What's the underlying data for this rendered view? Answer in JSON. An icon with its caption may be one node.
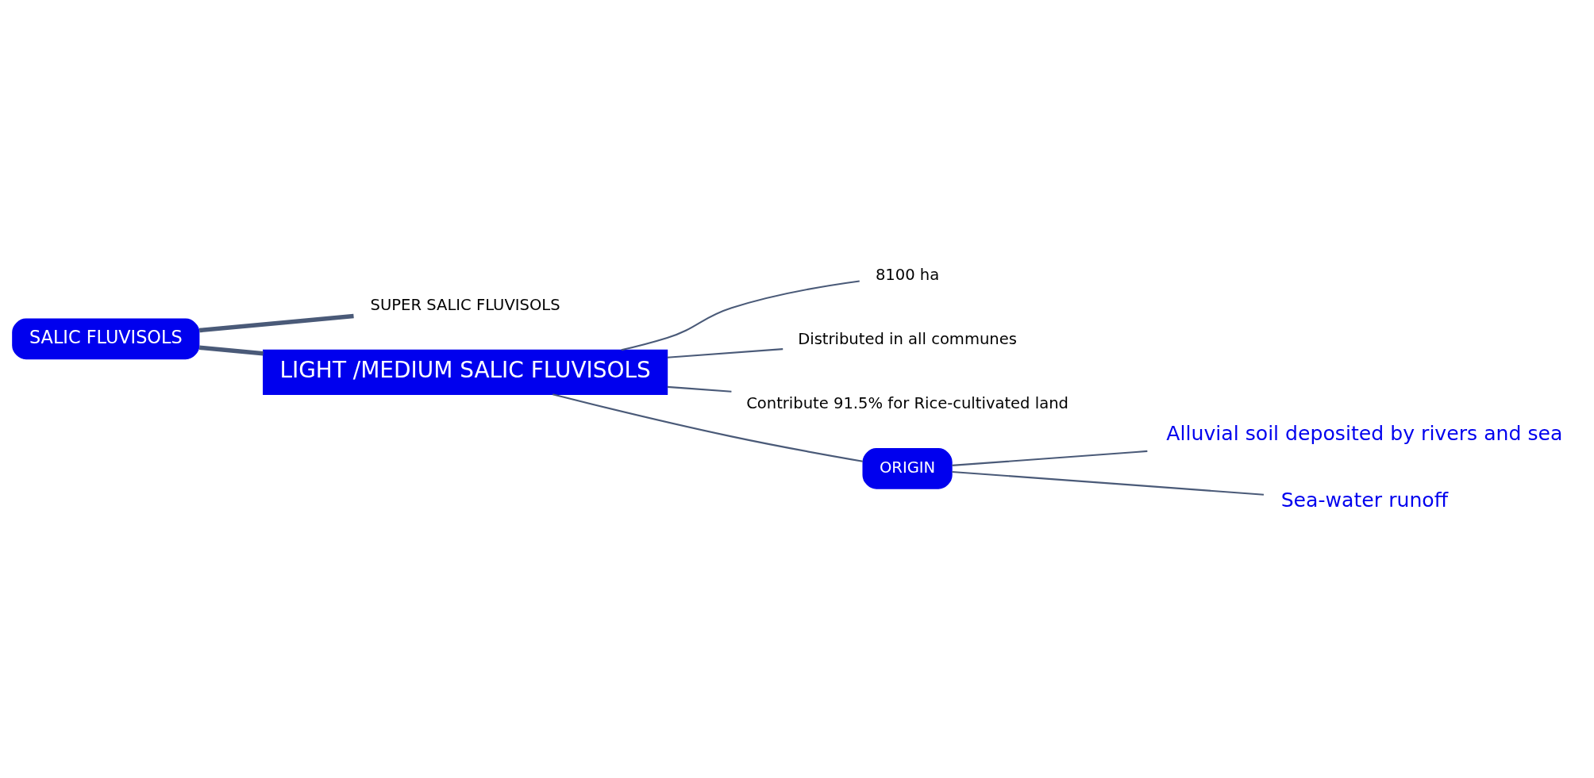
{
  "diagram": {
    "nodes": [
      {
        "text": [
          "SALIC FLUVISOLS"
        ]
      },
      {
        "text": [
          "SUPER SALIC FLUVISOLS"
        ]
      },
      {
        "text": [
          "LIGHT /MEDIUM SALIC FLUVISOLS"
        ]
      },
      {
        "text": [
          "8100 ha"
        ]
      },
      {
        "text": [
          "Distributed in all communes"
        ]
      },
      {
        "text": [
          "Contribute 91.5% for Rice-cultivated land"
        ]
      },
      {
        "text": [
          "ORIGIN"
        ]
      },
      {
        "text": [
          "Alluvial soil deposited by rivers and sea"
        ]
      },
      {
        "text": [
          "Sea-water runoff"
        ]
      }
    ],
    "edges": [
      {
        "from": 0,
        "to": 1,
        "arrow": "none",
        "style": "thick"
      },
      {
        "from": 0,
        "to": 2,
        "arrow": "none",
        "style": "thick"
      },
      {
        "from": 2,
        "to": 3,
        "arrow": "none"
      },
      {
        "from": 2,
        "to": 4,
        "arrow": "none"
      },
      {
        "from": 2,
        "to": 5,
        "arrow": "none"
      },
      {
        "from": 2,
        "to": 6,
        "arrow": "none"
      },
      {
        "from": 6,
        "to": 7,
        "arrow": "none"
      },
      {
        "from": 6,
        "to": 8,
        "arrow": "none"
      }
    ]
  }
}
